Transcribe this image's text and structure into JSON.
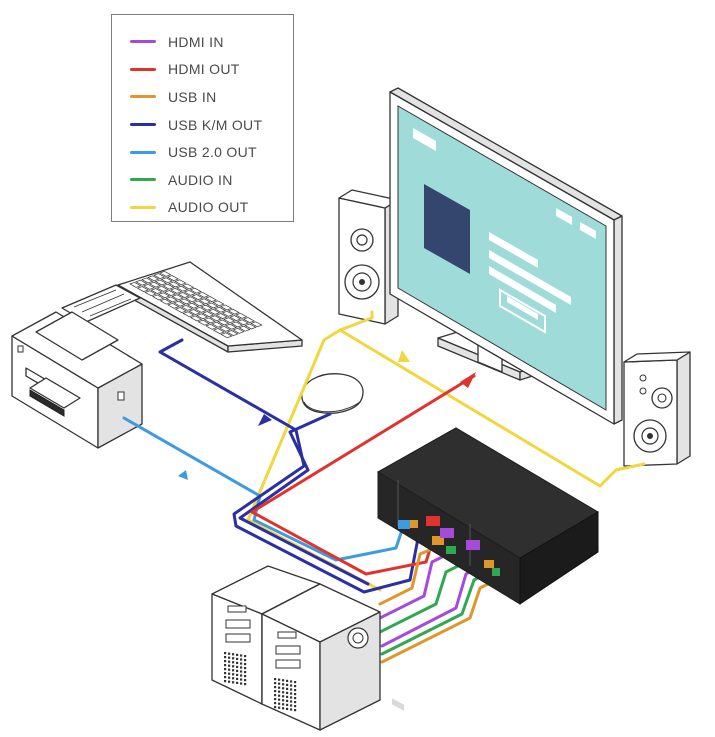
{
  "legend": {
    "items": [
      {
        "label": "HDMI IN",
        "color": "#a64ad9"
      },
      {
        "label": "HDMI OUT",
        "color": "#e0332d"
      },
      {
        "label": "USB IN",
        "color": "#e0962b"
      },
      {
        "label": "USB K/M OUT",
        "color": "#2a2fa3"
      },
      {
        "label": "USB 2.0 OUT",
        "color": "#3d9be0"
      },
      {
        "label": "AUDIO IN",
        "color": "#2fa84f"
      },
      {
        "label": "AUDIO OUT",
        "color": "#f2d640"
      }
    ]
  },
  "colors": {
    "screen": "#9edbd9",
    "screen_window": "#34466e",
    "kvm_body": "#2b2b2b"
  },
  "icons": [
    "printer-icon",
    "keyboard-icon",
    "mouse-icon",
    "monitor-icon",
    "speaker-icon",
    "kvm-switch-icon",
    "pc-tower-icon"
  ]
}
